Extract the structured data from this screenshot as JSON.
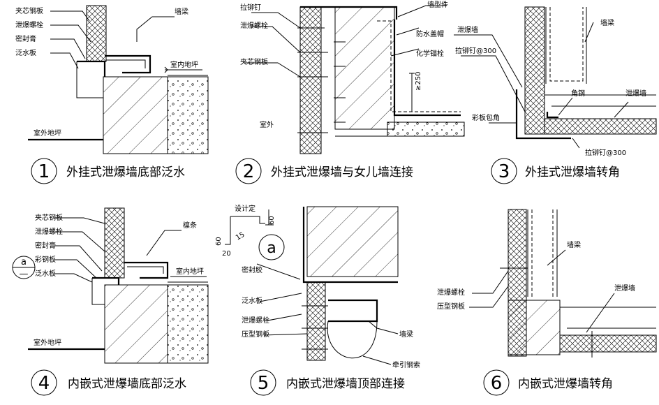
{
  "details": [
    {
      "number": "1",
      "caption": "外挂式泄爆墙底部泛水",
      "labels": [
        "夹芯钢板",
        "泄爆螺栓",
        "密封膏",
        "泛水板",
        "墙梁",
        "室内地坪",
        "室外地坪"
      ]
    },
    {
      "number": "2",
      "caption": "外挂式泄爆墙与女儿墙连接",
      "labels": [
        "拉铆钉",
        "泄爆螺栓",
        "夹芯钢板",
        "室外",
        "墙型件",
        "防水盖帽",
        "化学锚栓",
        "≥250"
      ]
    },
    {
      "number": "3",
      "caption": "外挂式泄爆墙转角",
      "labels": [
        "泄爆墙",
        "拉铆钉@300",
        "墙梁",
        "角钢",
        "泄爆墙",
        "彩板包角",
        "拉铆钉@300"
      ]
    },
    {
      "number": "4",
      "caption": "内嵌式泄爆墙底部泛水",
      "labels": [
        "夹芯钢板",
        "泄爆螺栓",
        "密封膏",
        "彩钢板",
        "泛水板",
        "檩条",
        "室内地坪",
        "室外地坪"
      ],
      "ref_mark": {
        "top": "a",
        "bottom": "—"
      }
    },
    {
      "number": "5",
      "caption": "内嵌式泄爆墙顶部连接",
      "labels": [
        "设计定",
        "60",
        "60",
        "20",
        "15",
        "密封胶",
        "泛水板",
        "泄爆螺栓",
        "压型钢板",
        "墙梁",
        "牵引钢索"
      ],
      "ref_mark": {
        "text": "a"
      }
    },
    {
      "number": "6",
      "caption": "内嵌式泄爆墙转角",
      "labels": [
        "墙梁",
        "泄爆墙",
        "泄爆螺栓",
        "压型钢板"
      ]
    }
  ]
}
